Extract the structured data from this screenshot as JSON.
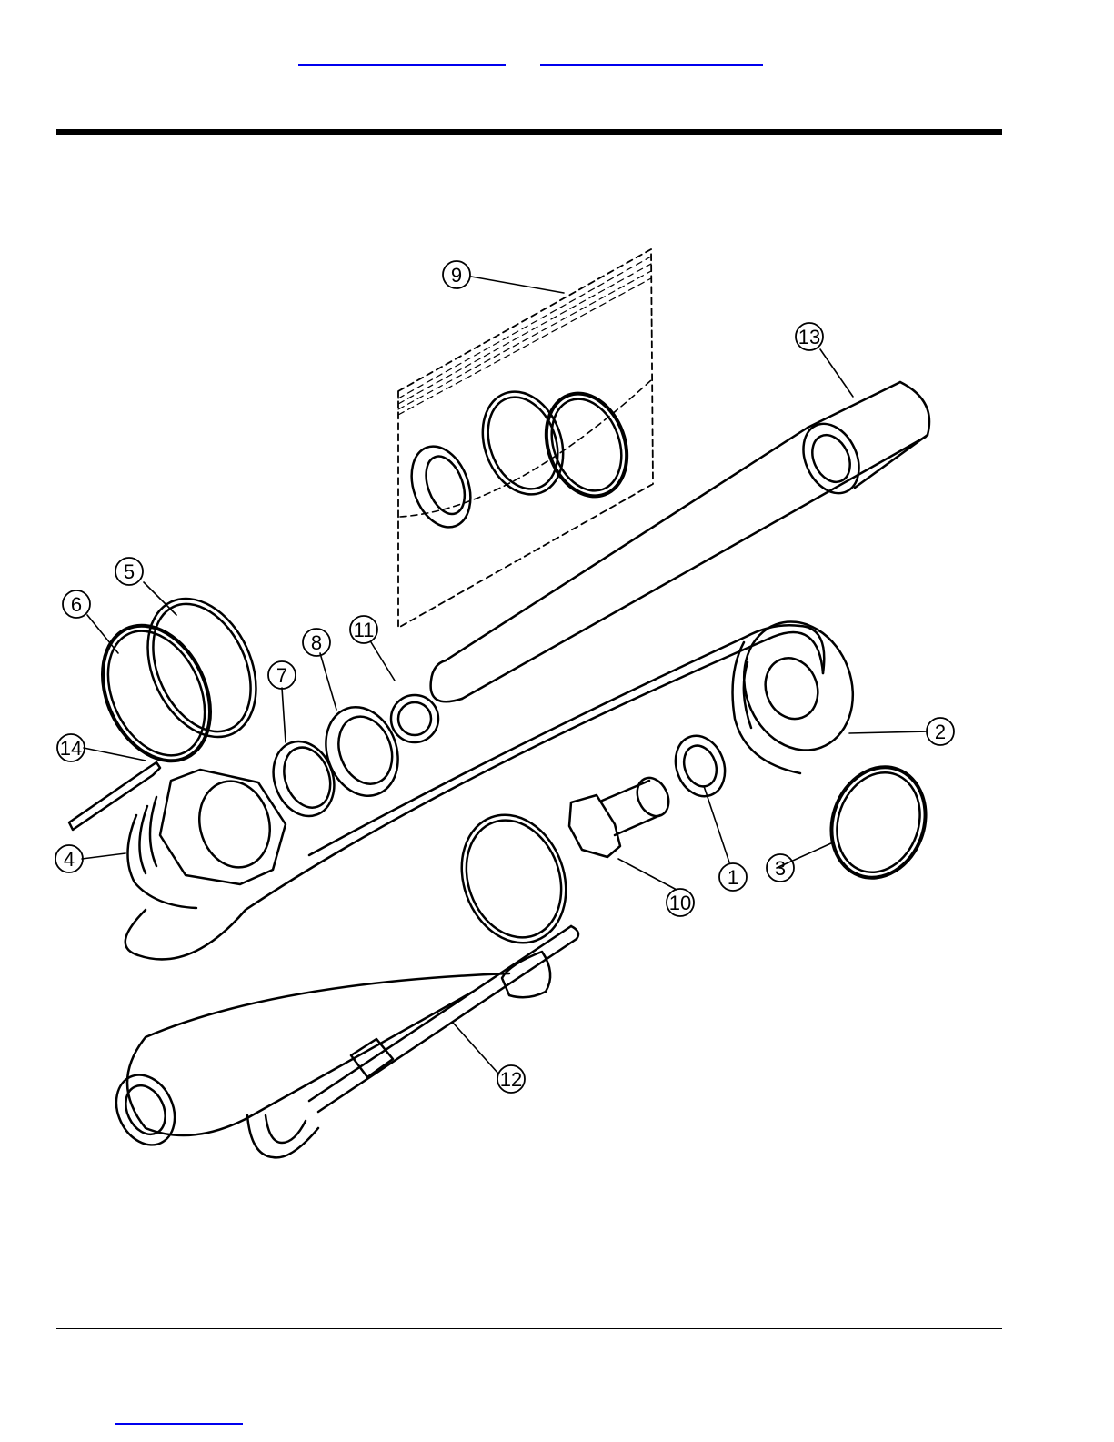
{
  "header": {
    "link_a": "",
    "link_b": ""
  },
  "footer": {
    "link": ""
  },
  "callouts": {
    "c1": "1",
    "c2": "2",
    "c3": "3",
    "c4": "4",
    "c5": "5",
    "c6": "6",
    "c7": "7",
    "c8": "8",
    "c9": "9",
    "c10": "10",
    "c11": "11",
    "c12": "12",
    "c13": "13",
    "c14": "14"
  }
}
